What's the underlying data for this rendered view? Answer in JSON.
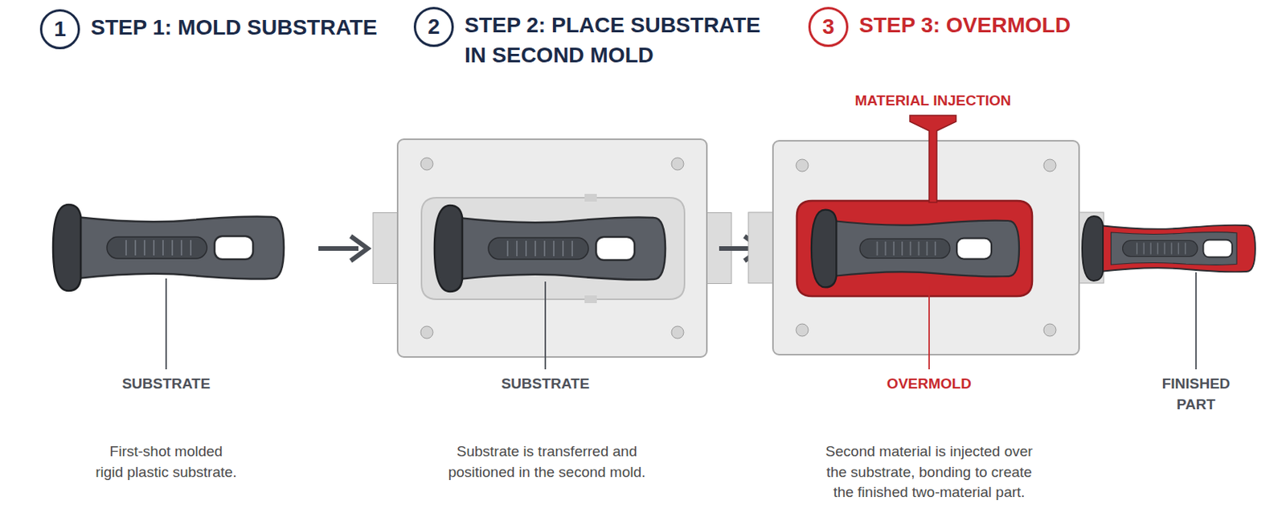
{
  "diagram": {
    "nodes": [
      {
        "text": [
          "1",
          "STEP 1: MOLD SUBSTRATE"
        ]
      },
      {
        "text": [
          "2",
          "STEP 2: PLACE SUBSTRATE IN SECOND MOLD"
        ]
      },
      {
        "text": [
          "3",
          "STEP 3: OVERMOLD"
        ]
      }
    ],
    "labels": [
      "SUBSTRATE",
      "SUBSTRATE",
      "MATERIAL INJECTION",
      "OVERMOLD",
      "FINISHED PART",
      "First-shot molded rigid plastic substrate.",
      "Substrate is transferred and positioned in the second mold.",
      "Second material is injected over the substrate, bonding to create the finished two-material part."
    ]
  }
}
